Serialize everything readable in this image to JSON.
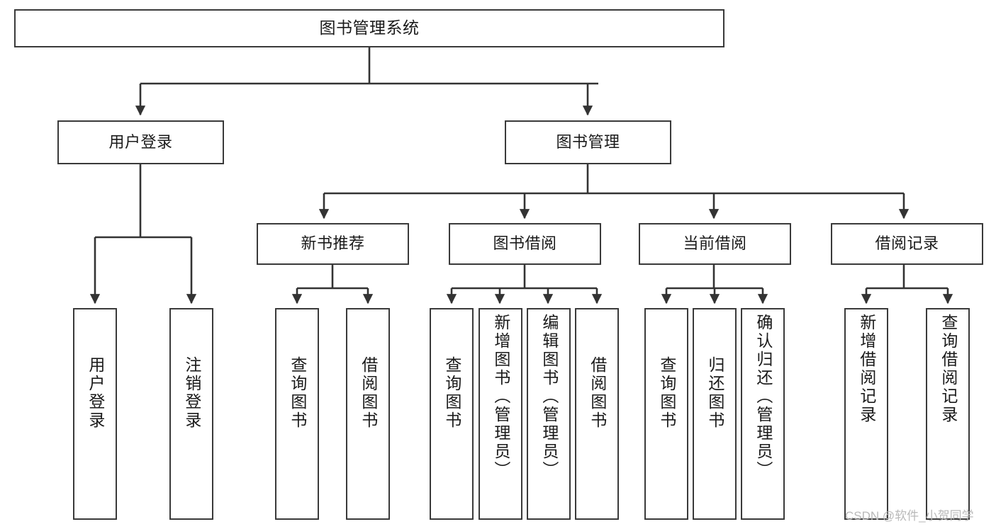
{
  "diagram": {
    "title": "图书管理系统",
    "type": "hierarchy-tree",
    "watermark": "CSDN @软件_小贺同学",
    "colors": {
      "box_border": "#3a3a3a",
      "box_fill": "#ffffff",
      "edge": "#333333",
      "text": "#1a1a1a",
      "watermark": "#b9b9b9",
      "background": "#ffffff"
    },
    "levels": {
      "root": "图书管理系统",
      "level2": [
        "用户登录",
        "图书管理"
      ],
      "level3": [
        "新书推荐",
        "图书借阅",
        "当前借阅",
        "借阅记录"
      ]
    },
    "nodes": {
      "root": {
        "label": "图书管理系统"
      },
      "user_login": {
        "label": "用户登录"
      },
      "book_manage": {
        "label": "图书管理"
      },
      "new_book_rec": {
        "label": "新书推荐"
      },
      "book_borrow": {
        "label": "图书借阅"
      },
      "current_borrow": {
        "label": "当前借阅"
      },
      "borrow_record": {
        "label": "借阅记录"
      },
      "leaf_user_login": {
        "label": "用户登录"
      },
      "leaf_user_logout": {
        "label": "注销登录"
      },
      "leaf_query_book_1": {
        "label": "查询图书"
      },
      "leaf_borrow_book_1": {
        "label": "借阅图书"
      },
      "leaf_query_book_2": {
        "label": "查询图书"
      },
      "leaf_add_book": {
        "label": "新增图书（管理员）"
      },
      "leaf_edit_book": {
        "label": "编辑图书（管理员）"
      },
      "leaf_borrow_book_2": {
        "label": "借阅图书"
      },
      "leaf_query_book_3": {
        "label": "查询图书"
      },
      "leaf_return_book": {
        "label": "归还图书"
      },
      "leaf_confirm_return": {
        "label": "确认归还（管理员）"
      },
      "leaf_add_record": {
        "label": "新增借阅记录"
      },
      "leaf_query_record": {
        "label": "查询借阅记录"
      }
    },
    "edges": [
      {
        "from": "root",
        "to": "用户登录"
      },
      {
        "from": "root",
        "to": "图书管理"
      },
      {
        "from": "用户登录",
        "to": "用户登录"
      },
      {
        "from": "用户登录",
        "to": "注销登录"
      },
      {
        "from": "图书管理",
        "to": "新书推荐"
      },
      {
        "from": "图书管理",
        "to": "图书借阅"
      },
      {
        "from": "图书管理",
        "to": "当前借阅"
      },
      {
        "from": "图书管理",
        "to": "借阅记录"
      },
      {
        "from": "新书推荐",
        "to": "查询图书"
      },
      {
        "from": "新书推荐",
        "to": "借阅图书"
      },
      {
        "from": "图书借阅",
        "to": "查询图书"
      },
      {
        "from": "图书借阅",
        "to": "新增图书（管理员）"
      },
      {
        "from": "图书借阅",
        "to": "编辑图书（管理员）"
      },
      {
        "from": "图书借阅",
        "to": "借阅图书"
      },
      {
        "from": "当前借阅",
        "to": "查询图书"
      },
      {
        "from": "当前借阅",
        "to": "归还图书"
      },
      {
        "from": "当前借阅",
        "to": "确认归还（管理员）"
      },
      {
        "from": "借阅记录",
        "to": "新增借阅记录"
      },
      {
        "from": "借阅记录",
        "to": "查询借阅记录"
      }
    ]
  }
}
